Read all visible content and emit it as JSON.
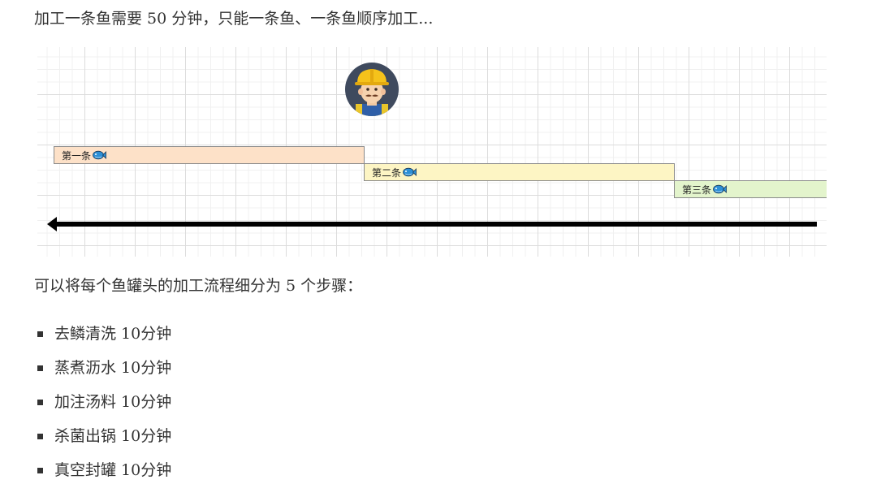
{
  "intro_text": "加工一条鱼需要 50 分钟，只能一条鱼、一条鱼顺序加工...",
  "diagram": {
    "bars": [
      {
        "label": "第一条",
        "color": "#fde1c8"
      },
      {
        "label": "第二条",
        "color": "#fdf5c4"
      },
      {
        "label": "第三条",
        "color": "#e3f4cc"
      }
    ]
  },
  "steps_intro": "可以将每个鱼罐头的加工流程细分为 5 个步骤：",
  "steps": [
    {
      "text": "去鳞清洗 10分钟"
    },
    {
      "text": "蒸煮沥水 10分钟"
    },
    {
      "text": "加注汤料 10分钟"
    },
    {
      "text": "杀菌出锅 10分钟"
    },
    {
      "text": "真空封罐 10分钟"
    }
  ]
}
